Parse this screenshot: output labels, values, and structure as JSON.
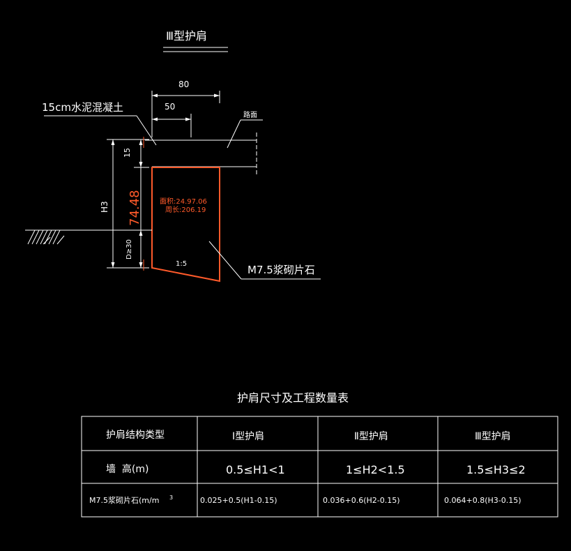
{
  "drawing": {
    "title": "Ⅲ型护肩",
    "label_concrete": "15cm水泥混凝土",
    "label_road": "路面",
    "dim_80": "80",
    "dim_50": "50",
    "dim_15": "15",
    "dim_h3": "H3",
    "dim_d": "D≥30",
    "dim_orange": "74.48",
    "area_text": "面积:24.97.06",
    "perimeter_text": "周长:206.19",
    "slope_label": "1:5",
    "masonry_label": "M7.5浆砌片石"
  },
  "colors": {
    "background": "#000000",
    "line": "#ffffff",
    "accent": "#ff5a2a"
  },
  "table": {
    "caption": "护肩尺寸及工程数量表",
    "header": [
      "护肩结构类型",
      "Ⅰ型护肩",
      "Ⅱ型护肩",
      "Ⅲ型护肩"
    ],
    "row_height": [
      "墙  高(m)",
      "0.5≤H1<1",
      "1≤H2<1.5",
      "1.5≤H3≤2"
    ],
    "row_masonry": [
      "M7.5浆砌片石(m/m",
      "0.025+0.5(H1-0.15)",
      "0.036+0.6(H2-0.15)",
      "0.064+0.8(H3-0.15)"
    ],
    "superscript": "3"
  }
}
